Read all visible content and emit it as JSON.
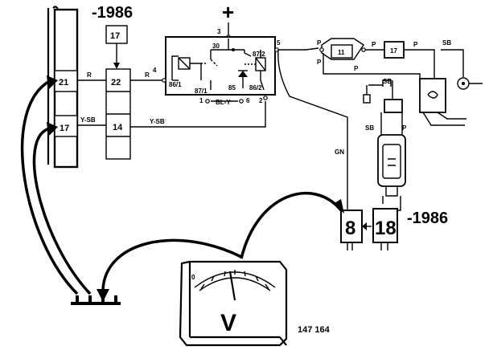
{
  "header": {
    "year_top": "-1986",
    "year_right": "-1986"
  },
  "connector_left": {
    "pin_upper": "21",
    "pin_lower": "17"
  },
  "fuse_block": {
    "top_fuse": "17",
    "slot_upper": "22",
    "slot_lower": "14"
  },
  "wires": {
    "r_left": "R",
    "r_right": "R",
    "y_sb_left": "Y-SB",
    "y_sb_right": "Y-SB",
    "gn": "GN",
    "p_top_1": "P",
    "p_top_2": "P",
    "p_top_3": "P",
    "p_mid": "P",
    "p_left": "P",
    "p_lower": "P",
    "sb_top": "SB",
    "sb_mid": "SB",
    "sb_lower": "SB",
    "bl_y": "BL-Y"
  },
  "relay": {
    "pin_3": "3",
    "pin_30": "30",
    "pin_4": "4",
    "pin_5": "5",
    "pin_86_1": "86/1",
    "pin_87_1": "87/1",
    "pin_87_2": "87/2",
    "pin_86_2": "86/2",
    "pin_85": "85",
    "pin_1": "1",
    "pin_6": "6",
    "pin_2": "2",
    "plus": "+"
  },
  "components": {
    "comp_11": "11",
    "comp_17": "17",
    "conn_8": "8",
    "conn_18": "18"
  },
  "meter": {
    "zero": "0",
    "unit": "V"
  },
  "figure_number": "147 164"
}
